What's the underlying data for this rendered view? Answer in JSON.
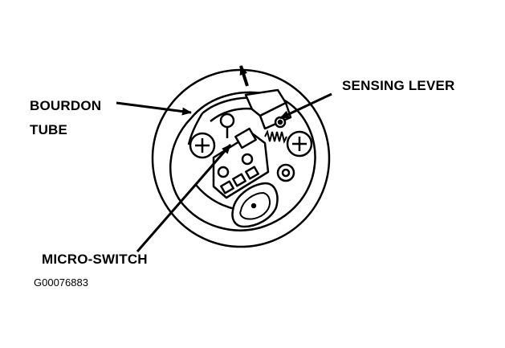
{
  "labels": {
    "bourdon_line1": "BOURDON",
    "bourdon_line2": "TUBE",
    "sensing_lever": "SENSING LEVER",
    "micro_switch": "MICRO-SWITCH"
  },
  "figure_id": "G00076883",
  "colors": {
    "ink": "#000000",
    "background": "#ffffff"
  }
}
